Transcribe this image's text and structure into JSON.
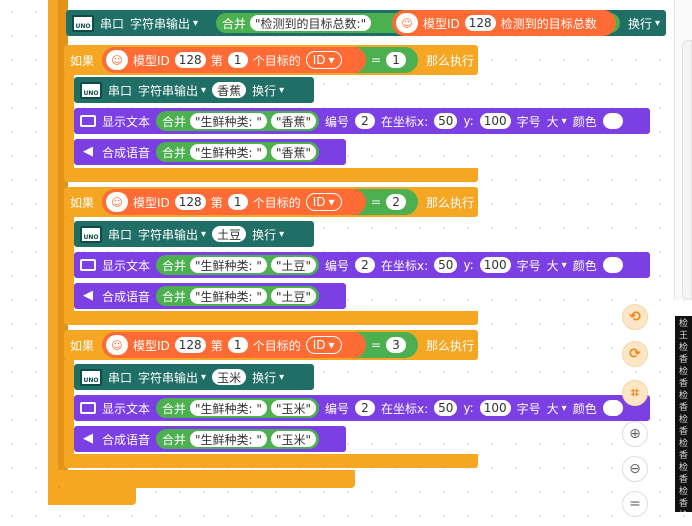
{
  "serial_label": "串口",
  "serial_output": "字符串输出",
  "newline": "换行",
  "join": "合并",
  "detected_total_prefix": "\"检测到的目标总数:\"",
  "model_id_label": "模型ID",
  "model_id_value": "128",
  "detected_total_suffix": "检测到的目标总数",
  "if_label": "如果",
  "then_label": "那么执行",
  "nth_label": "第",
  "nth_value": "1",
  "target_label": "个目标的",
  "id_label": "ID",
  "eq_label": "=",
  "show_text_label": "显示文本",
  "number_label": "编号",
  "number_value": "2",
  "coord_label": "在坐标x:",
  "x_value": "50",
  "y_label": "y:",
  "y_value": "100",
  "font_label": "字号",
  "font_size": "大",
  "color_label": "颜色",
  "speech_label": "合成语音",
  "fresh_prefix": "\"生鲜种类: \"",
  "uno_text": "UNO",
  "branches": [
    {
      "id_eq": "1",
      "fruit": "香蕉",
      "fruit_quoted": "\"香蕉\""
    },
    {
      "id_eq": "2",
      "fruit": "土豆",
      "fruit_quoted": "\"土豆\""
    },
    {
      "id_eq": "3",
      "fruit": "玉米",
      "fruit_quoted": "\"玉米\""
    }
  ],
  "side_strip_text": "检王检香检香检香检香检香检香检香检王",
  "tools": [
    "undo-icon",
    "redo-icon",
    "crop-icon",
    "zoom-in-icon",
    "zoom-out-icon",
    "reset-icon"
  ]
}
